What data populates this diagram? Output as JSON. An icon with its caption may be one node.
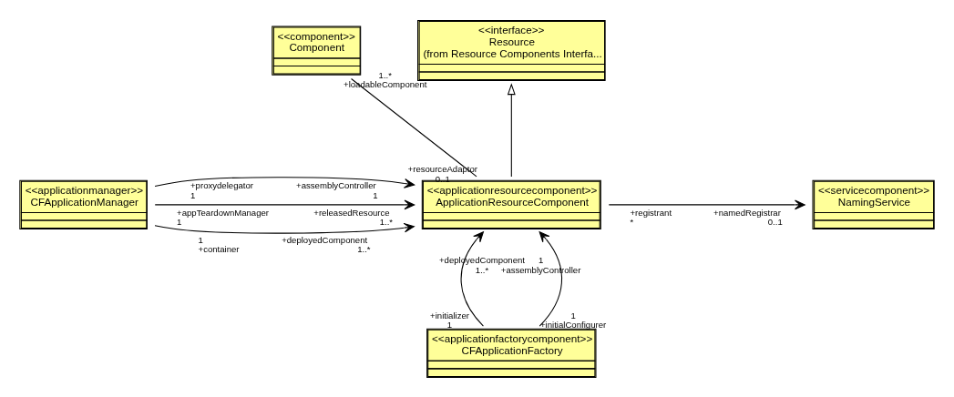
{
  "diagram": {
    "nodes": [
      {
        "text": [
          "<<interface>>",
          "Resource",
          "(from Resource Components Interfa..."
        ]
      },
      {
        "text": [
          "<<component>>",
          "Component"
        ]
      },
      {
        "text": [
          "<<servicecomponent>>",
          "NamingService"
        ]
      },
      {
        "text": [
          "<<applicationresourcecomponent>>",
          "ApplicationResourceComponent"
        ]
      },
      {
        "text": [
          "<<applicationmanager>>",
          "CFApplicationManager"
        ]
      },
      {
        "text": [
          "<<applicationfactorycomponent>>",
          "CFApplicationFactory"
        ]
      }
    ],
    "edges": [
      {
        "from": 1,
        "to": 3,
        "arrow": "none"
      },
      {
        "from": 3,
        "to": 0,
        "arrow": "to"
      },
      {
        "from": 3,
        "to": 2,
        "arrow": "to"
      },
      {
        "from": 4,
        "to": 3,
        "arrow": "to"
      },
      {
        "from": 4,
        "to": 3,
        "arrow": "to"
      },
      {
        "from": 4,
        "to": 3,
        "arrow": "to"
      },
      {
        "from": 5,
        "to": 3,
        "arrow": "to"
      },
      {
        "from": 5,
        "to": 3,
        "arrow": "to"
      }
    ],
    "labels": [
      "1..*",
      "+loadableComponent",
      "+resourceAdaptor",
      "+releasedResource",
      "+appTeardownManager",
      "0..1",
      "1..*",
      "1",
      "+namedRegistrar",
      "+assemblyController",
      "+registrant",
      "*",
      "+proxydelegator",
      "0..1",
      "1",
      "1",
      "+deployedComponent",
      "1",
      "+deployedComponent",
      "1..*",
      "1",
      "1..*",
      "+container",
      "+assemblyController",
      "+initializer",
      "1",
      "1",
      "+initialConfigurer"
    ]
  }
}
